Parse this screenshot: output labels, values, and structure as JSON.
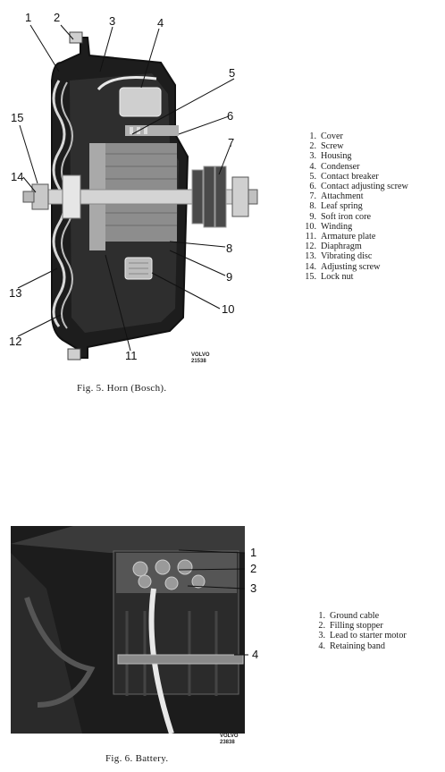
{
  "fig5": {
    "caption": "Fig. 5. Horn (Bosch).",
    "stamp_top": "VOLVO",
    "stamp_bottom": "21538",
    "callouts": [
      "1",
      "2",
      "3",
      "4",
      "5",
      "6",
      "7",
      "8",
      "9",
      "10",
      "11",
      "12",
      "13",
      "14",
      "15"
    ],
    "legend": [
      {
        "num": "1.",
        "label": "Cover"
      },
      {
        "num": "2.",
        "label": "Screw"
      },
      {
        "num": "3.",
        "label": "Housing"
      },
      {
        "num": "4.",
        "label": "Condenser"
      },
      {
        "num": "5.",
        "label": "Contact breaker"
      },
      {
        "num": "6.",
        "label": "Contact adjusting screw"
      },
      {
        "num": "7.",
        "label": "Attachment"
      },
      {
        "num": "8.",
        "label": "Leaf spring"
      },
      {
        "num": "9.",
        "label": "Soft iron core"
      },
      {
        "num": "10.",
        "label": "Winding"
      },
      {
        "num": "11.",
        "label": "Armature plate"
      },
      {
        "num": "12.",
        "label": "Diaphragm"
      },
      {
        "num": "13.",
        "label": "Vibrating disc"
      },
      {
        "num": "14.",
        "label": "Adjusting screw"
      },
      {
        "num": "15.",
        "label": "Lock nut"
      }
    ]
  },
  "fig6": {
    "caption": "Fig. 6. Battery.",
    "stamp_top": "VOLVO",
    "stamp_bottom": "23838",
    "callouts": [
      "1",
      "2",
      "3",
      "4"
    ],
    "legend": [
      {
        "num": "1.",
        "label": "Ground cable"
      },
      {
        "num": "2.",
        "label": "Filling stopper"
      },
      {
        "num": "3.",
        "label": "Lead to starter motor"
      },
      {
        "num": "4.",
        "label": "Retaining band"
      }
    ]
  }
}
